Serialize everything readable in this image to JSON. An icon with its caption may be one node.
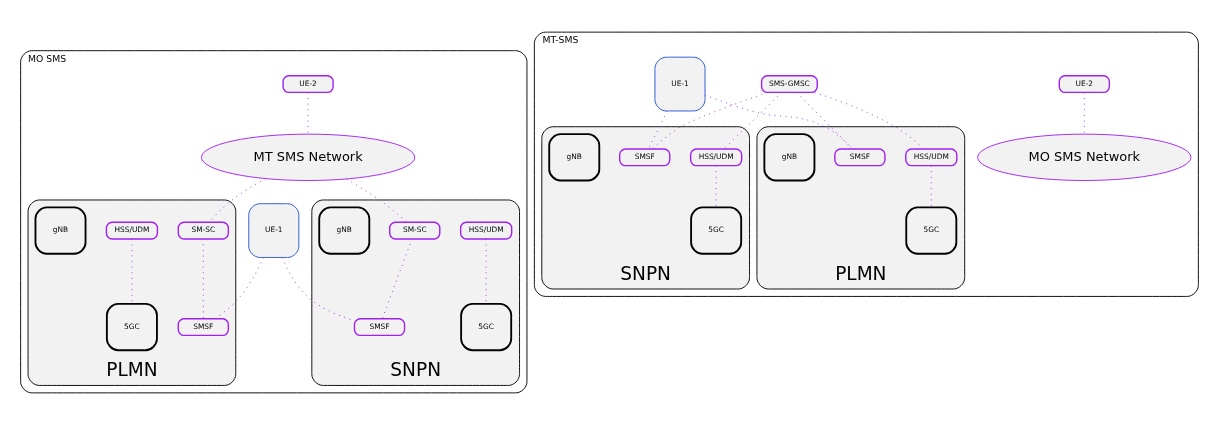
{
  "diagram": {
    "nodes": [
      {
        "text": [
          "MO SMS"
        ]
      },
      {
        "text": [
          "UE-2"
        ],
        "in": 0
      },
      {
        "text": [
          "MT SMS Network"
        ],
        "in": 0
      },
      {
        "text": [
          "SNPN"
        ],
        "in": 0
      },
      {
        "text": [
          "HSS/UDM"
        ],
        "in": 3
      },
      {
        "text": [
          "SM-SC"
        ],
        "in": 3
      },
      {
        "text": [
          "SMSF"
        ],
        "in": 3
      },
      {
        "text": [
          "UE-1"
        ],
        "in": 0
      },
      {
        "text": [
          "gNB"
        ],
        "in": 3
      },
      {
        "text": [
          "5GC"
        ],
        "in": 3
      },
      {
        "text": [
          "PLMN"
        ],
        "in": 0
      },
      {
        "text": [
          "HSS/UDM"
        ],
        "in": 10
      },
      {
        "text": [
          "SM-SC"
        ],
        "in": 10
      },
      {
        "text": [
          "SMSF"
        ],
        "in": 10
      },
      {
        "text": [
          "5GC"
        ],
        "in": 10
      },
      {
        "text": [
          "gNB"
        ],
        "in": 10
      },
      {
        "text": [
          "MT-SMS"
        ]
      },
      {
        "text": [
          "UE-2"
        ],
        "in": 16
      },
      {
        "text": [
          "MO SMS Network"
        ],
        "in": 16
      },
      {
        "text": [
          "SMS-GMSC"
        ],
        "in": 16
      },
      {
        "text": [
          "SNPN"
        ],
        "in": 16
      },
      {
        "text": [
          "HSS/UDM"
        ],
        "in": 20
      },
      {
        "text": [
          "SMSF"
        ],
        "in": 20
      },
      {
        "text": [
          "UE-1"
        ],
        "in": 16
      },
      {
        "text": [
          "gNB"
        ],
        "in": 20
      },
      {
        "text": [
          "5GC"
        ],
        "in": 20
      },
      {
        "text": [
          "PLMN"
        ],
        "in": 16
      },
      {
        "text": [
          "HSS/UDM"
        ],
        "in": 26
      },
      {
        "text": [
          "SMSF"
        ],
        "in": 26
      },
      {
        "text": [
          "5GC"
        ],
        "in": 26
      },
      {
        "text": [
          "gNB"
        ],
        "in": 26
      }
    ],
    "edges": [
      {
        "from": 1,
        "to": 2,
        "arrow": "none",
        "style": "dashed"
      },
      {
        "from": 2,
        "to": 5,
        "arrow": "none",
        "style": "dashed"
      },
      {
        "from": 2,
        "to": 12,
        "arrow": "none",
        "style": "dashed"
      },
      {
        "from": 5,
        "to": 6,
        "arrow": "none",
        "style": "dashed"
      },
      {
        "from": 4,
        "to": 9,
        "arrow": "none",
        "style": "dashed"
      },
      {
        "from": 7,
        "to": 6,
        "arrow": "none",
        "style": "dashed"
      },
      {
        "from": 12,
        "to": 13,
        "arrow": "none",
        "style": "dashed"
      },
      {
        "from": 11,
        "to": 14,
        "arrow": "none",
        "style": "dashed"
      },
      {
        "from": 7,
        "to": 13,
        "arrow": "none",
        "style": "dashed"
      },
      {
        "from": 17,
        "to": 18,
        "arrow": "none",
        "style": "dashed"
      },
      {
        "from": 19,
        "to": 21,
        "arrow": "none",
        "style": "dashed"
      },
      {
        "from": 19,
        "to": 22,
        "arrow": "none",
        "style": "dashed"
      },
      {
        "from": 21,
        "to": 25,
        "arrow": "none",
        "style": "dashed"
      },
      {
        "from": 19,
        "to": 27,
        "arrow": "none",
        "style": "dashed"
      },
      {
        "from": 19,
        "to": 28,
        "arrow": "none",
        "style": "dashed"
      },
      {
        "from": 27,
        "to": 29,
        "arrow": "none",
        "style": "dashed"
      },
      {
        "from": 23,
        "to": 22,
        "arrow": "none",
        "style": "dashed"
      },
      {
        "from": 23,
        "to": 28,
        "arrow": "none",
        "style": "dashed"
      }
    ]
  }
}
